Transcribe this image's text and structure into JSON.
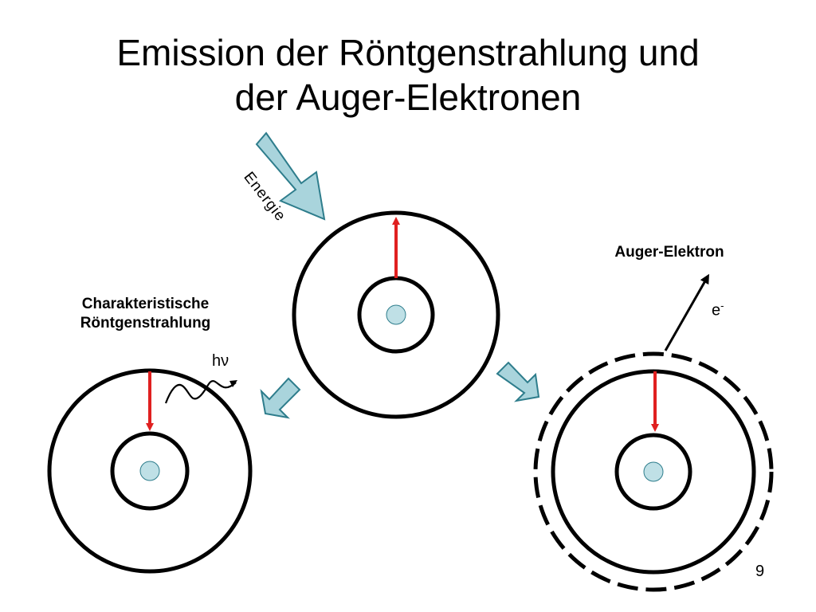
{
  "slide": {
    "title_line1": "Emission der Röntgenstrahlung und",
    "title_line2": "der Auger-Elektronen",
    "page_number": "9"
  },
  "labels": {
    "energy": "Energie",
    "characteristic_line1": "Charakteristische",
    "characteristic_line2": "Röntgenstrahlung",
    "photon_symbol": "hν",
    "auger": "Auger-Elektron",
    "electron_symbol": "e",
    "electron_charge": "-"
  },
  "colors": {
    "nucleus_fill": "#bfe0e6",
    "arrow_fill": "#a9d4dc",
    "transition_arrow": "#e02020",
    "line": "#000000"
  }
}
